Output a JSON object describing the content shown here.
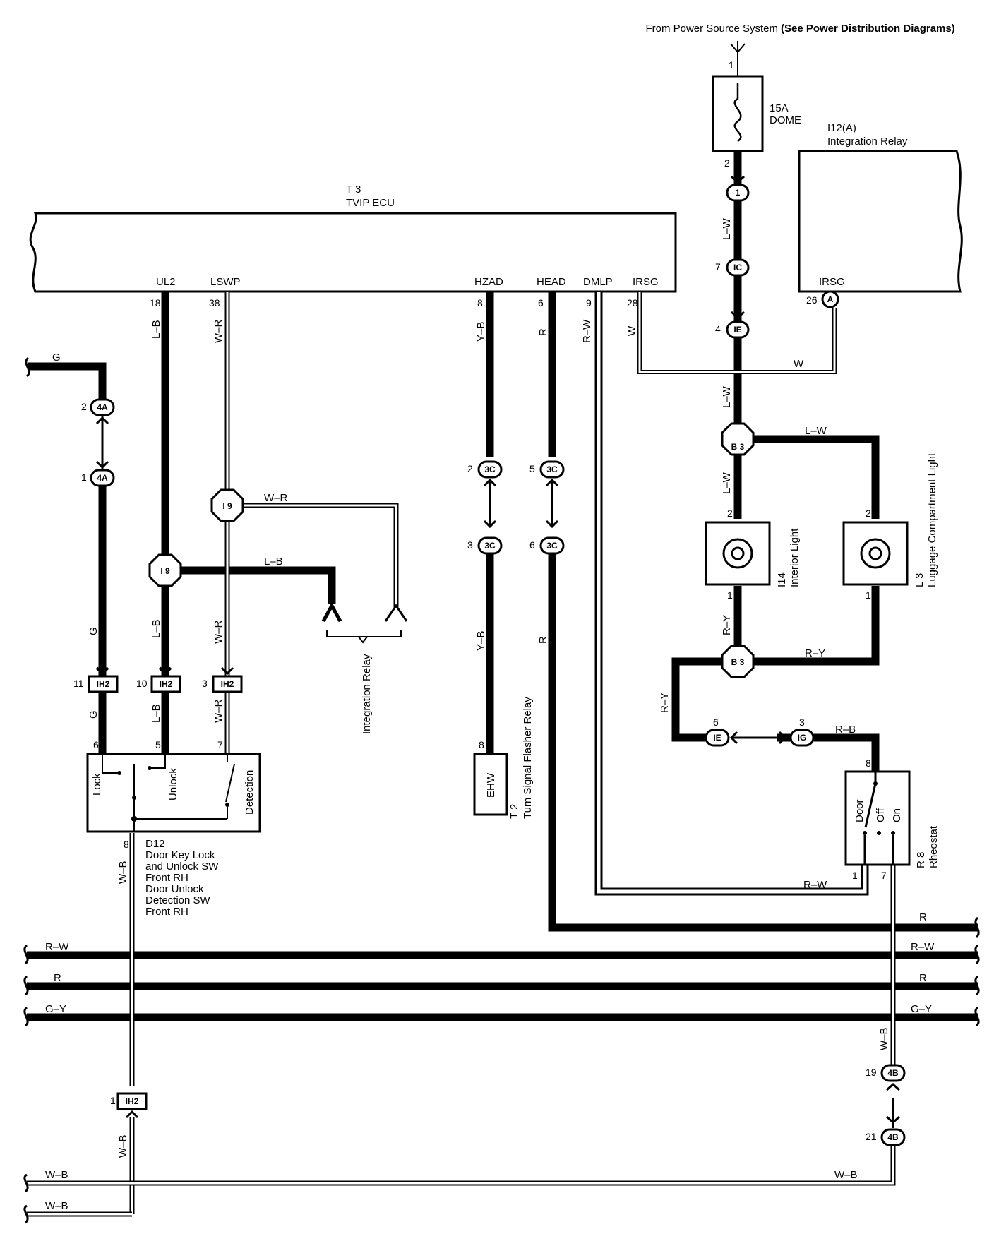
{
  "header": {
    "source_prefix": "From Power Source System",
    "source_suffix": "(See Power Distribution Diagrams)"
  },
  "fuse": {
    "amps": "15A",
    "name": "DOME",
    "pin_in": "1",
    "pin_out": "2"
  },
  "relay_a": {
    "code": "I12(A)",
    "name": "Integration Relay",
    "terminal": "IRSG",
    "pin": "26",
    "conn": "A"
  },
  "ecu": {
    "code": "T 3",
    "name": "TVIP ECU",
    "terminals": [
      {
        "name": "UL2",
        "pin": "18"
      },
      {
        "name": "LSWP",
        "pin": "38"
      },
      {
        "name": "HZAD",
        "pin": "8"
      },
      {
        "name": "HEAD",
        "pin": "6"
      },
      {
        "name": "DMLP",
        "pin": "9"
      },
      {
        "name": "IRSG",
        "pin": "28"
      }
    ]
  },
  "wires": {
    "lw": "L–W",
    "w": "W",
    "g": "G",
    "lb": "L–B",
    "wr": "W–R",
    "yb": "Y–B",
    "r": "R",
    "rw": "R–W",
    "ry": "R–Y",
    "rb": "R–B",
    "wb": "W–B",
    "gy": "G–Y"
  },
  "connectors": {
    "c1": {
      "label": "1"
    },
    "ic": {
      "label": "IC",
      "pin": "7"
    },
    "ie_top": {
      "label": "IE",
      "pin": "4"
    },
    "b3": {
      "label": "B 3"
    },
    "i9": {
      "label": "I 9"
    },
    "c4a_top": {
      "label": "4A",
      "pin": "2"
    },
    "c4a_bot": {
      "label": "4A",
      "pin": "1"
    },
    "c3c_l_top": {
      "label": "3C",
      "pin": "2"
    },
    "c3c_l_bot": {
      "label": "3C",
      "pin": "3"
    },
    "c3c_r_top": {
      "label": "3C",
      "pin": "5"
    },
    "c3c_r_bot": {
      "label": "3C",
      "pin": "6"
    },
    "ih2_a": {
      "label": "IH2",
      "pin": "11"
    },
    "ih2_b": {
      "label": "IH2",
      "pin": "10"
    },
    "ih2_c": {
      "label": "IH2",
      "pin": "3"
    },
    "ih2_d": {
      "label": "IH2",
      "pin": "1"
    },
    "ie_low": {
      "label": "IE",
      "pin": "6"
    },
    "ig": {
      "label": "IG",
      "pin": "3"
    },
    "c4b_top": {
      "label": "4B",
      "pin": "19"
    },
    "c4b_bot": {
      "label": "4B",
      "pin": "21"
    }
  },
  "integration_relay": {
    "name": "Integration Relay"
  },
  "interior_light": {
    "code": "I14",
    "name": "Interior Light",
    "pin_top": "2",
    "pin_bot": "1"
  },
  "luggage_light": {
    "code": "L 3",
    "name": "Luggage Compartment Light",
    "pin_top": "2",
    "pin_bot": "1"
  },
  "flasher": {
    "code": "T 2",
    "name": "Turn Signal Flasher Relay",
    "terminal": "EHW",
    "pin": "8"
  },
  "door_sw": {
    "code": "D12",
    "lines": [
      "Door Key Lock",
      "and Unlock SW",
      "Front RH",
      "Door Unlock",
      "Detection SW",
      "Front RH"
    ],
    "pos_lock": "Lock",
    "pos_unlock": "Unlock",
    "pos_detect": "Detection",
    "pin_lock": "6",
    "pin_unlock": "5",
    "pin_detect": "7",
    "pin_gnd": "8"
  },
  "rheostat": {
    "code": "R 8",
    "name": "Rheostat",
    "pos_door": "Door",
    "pos_off": "Off",
    "pos_on": "On",
    "pin_in": "8",
    "pin_rw": "1",
    "pin_wb": "7"
  },
  "colors": {
    "ink": "#000000",
    "paper": "#ffffff",
    "white_wire": "#ffffff"
  }
}
